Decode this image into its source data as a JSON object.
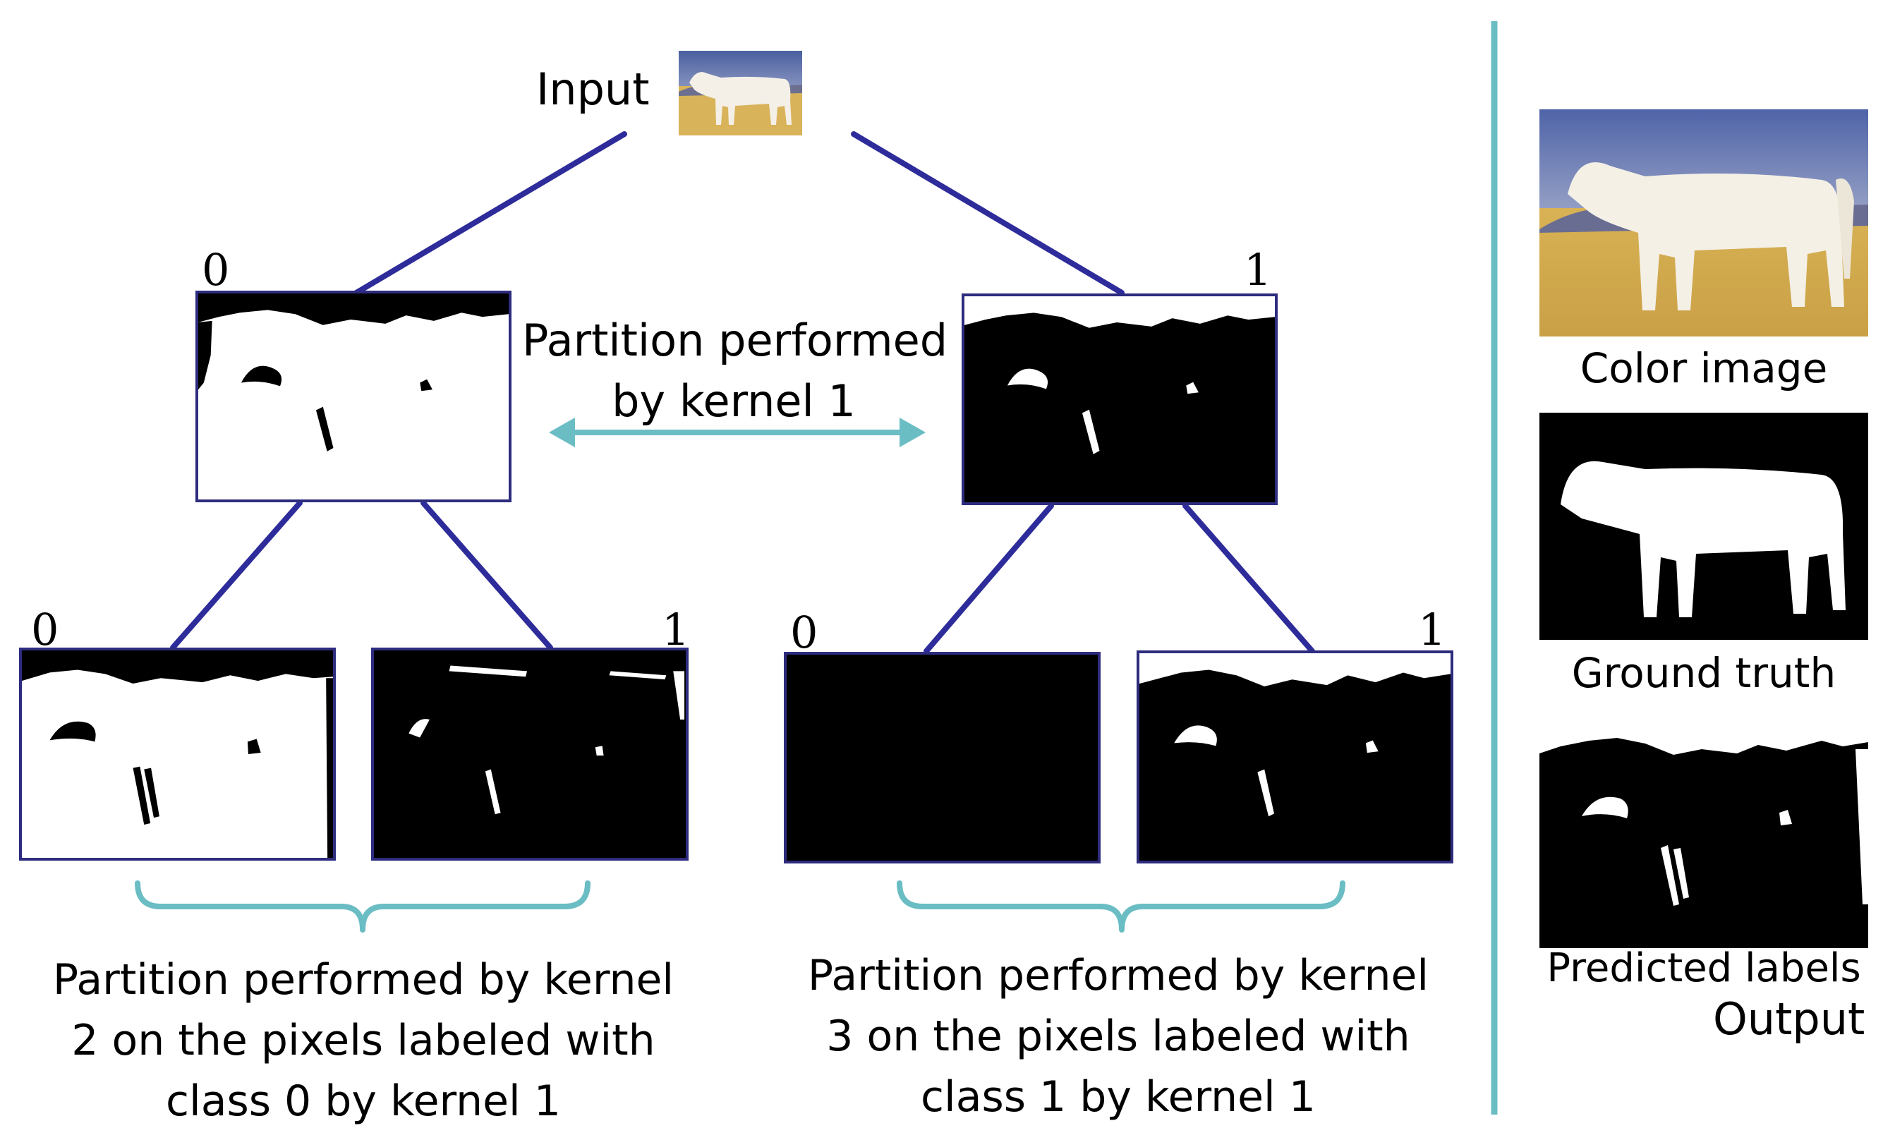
{
  "input_label": "Input",
  "level1": {
    "left_class": "0",
    "right_class": "1",
    "partition_line1": "Partition performed",
    "partition_line2": "by kernel 1"
  },
  "level2": {
    "ll_class": "0",
    "lr_class": "1",
    "rl_class": "0",
    "rr_class": "1"
  },
  "caption_left": {
    "line1": "Partition performed by kernel",
    "line2": "2 on the pixels labeled with",
    "line3": "class 0 by kernel 1"
  },
  "caption_right": {
    "line1": "Partition performed by kernel",
    "line2": "3 on the pixels labeled with",
    "line3": "class 1 by kernel 1"
  },
  "side": {
    "color_image_label": "Color image",
    "ground_truth_label": "Ground truth",
    "predicted_label": "Predicted labels",
    "output_label": "Output"
  },
  "colors": {
    "tree_line": "#2e2c9a",
    "accent_teal": "#6bbdc4",
    "box_border": "#2e2c7e"
  }
}
